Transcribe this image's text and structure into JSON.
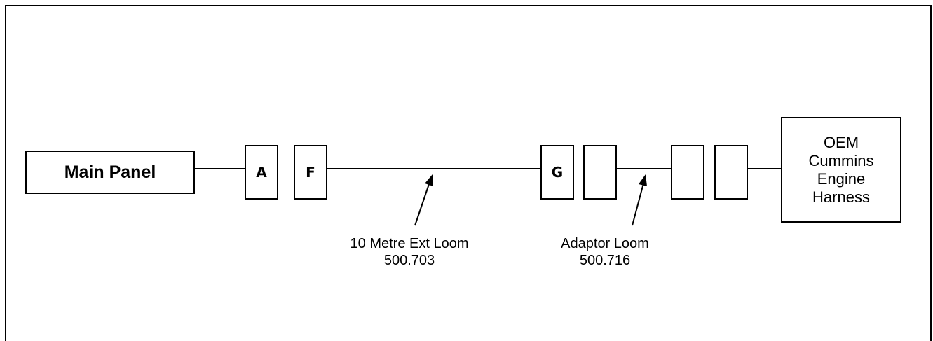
{
  "main_panel": {
    "label": "Main Panel"
  },
  "connectors": {
    "a": "A",
    "f": "F",
    "g": "G",
    "blank_1": "",
    "blank_2": "",
    "blank_3": ""
  },
  "oem_harness": {
    "line_1": "OEM",
    "line_2": "Cummins",
    "line_3": "Engine",
    "line_4": "Harness"
  },
  "ext_loom": {
    "name": "10 Metre Ext Loom",
    "part_number": "500.703"
  },
  "adaptor_loom": {
    "name": "Adaptor Loom",
    "part_number": "500.716"
  }
}
